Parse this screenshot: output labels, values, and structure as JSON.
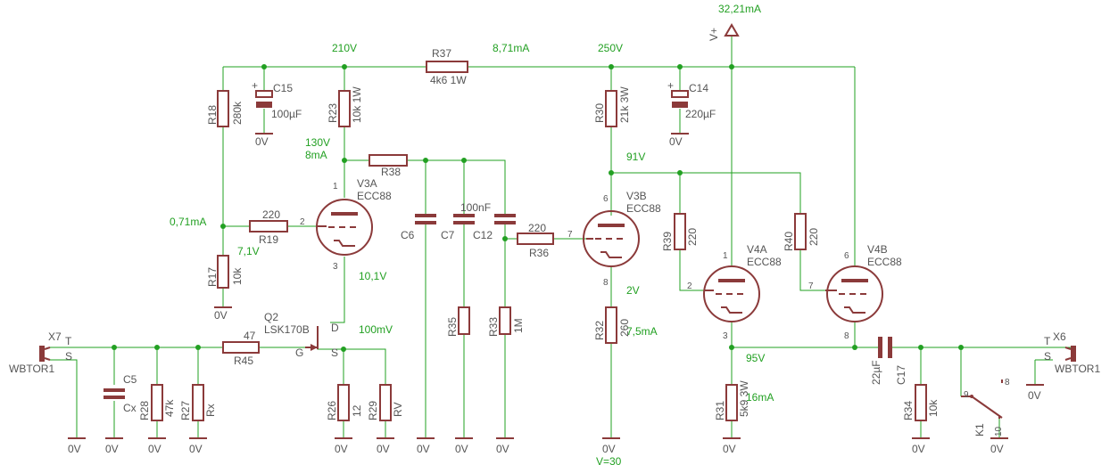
{
  "nets": {
    "v210": "210V",
    "v250": "250V",
    "i871": "8,71mA",
    "i3221": "32,21mA",
    "v130": "130V",
    "i8": "8mA",
    "i071": "0,71mA",
    "v71": "7,1V",
    "v101": "10,1V",
    "mv100": "100mV",
    "v91": "91V",
    "v2": "2V",
    "i75": "7,5mA",
    "v95": "95V",
    "i16": "16mA"
  },
  "supply": {
    "label": "V+",
    "bottom": "V=30"
  },
  "gnd": "0V",
  "components": {
    "R37": {
      "name": "R37",
      "value": "4k6 1W"
    },
    "R18": {
      "name": "R18",
      "value": "280k"
    },
    "C15": {
      "name": "C15",
      "value": "100µF"
    },
    "R23": {
      "name": "R23",
      "value": "10k 1W"
    },
    "R30": {
      "name": "R30",
      "value": "21k 3W"
    },
    "C14": {
      "name": "C14",
      "value": "220µF"
    },
    "R38": {
      "name": "R38"
    },
    "R19": {
      "name": "R19",
      "value": "220"
    },
    "R17": {
      "name": "R17",
      "value": "10k"
    },
    "V3A": {
      "name": "V3A",
      "value": "ECC88"
    },
    "V3B": {
      "name": "V3B",
      "value": "ECC88"
    },
    "V4A": {
      "name": "V4A",
      "value": "ECC88"
    },
    "V4B": {
      "name": "V4B",
      "value": "ECC88"
    },
    "C6": {
      "name": "C6"
    },
    "C7": {
      "name": "C7"
    },
    "C12": {
      "name": "C12",
      "value": "100nF"
    },
    "R36": {
      "name": "R36",
      "value": "220"
    },
    "R39": {
      "name": "R39",
      "value": "220"
    },
    "R40": {
      "name": "R40",
      "value": "220"
    },
    "Q2": {
      "name": "Q2",
      "value": "LSK170B"
    },
    "R45": {
      "name": "R45",
      "value": "47"
    },
    "C5": {
      "name": "C5",
      "value": "Cx"
    },
    "R28": {
      "name": "R28",
      "value": "47k"
    },
    "R27": {
      "name": "R27",
      "value": "Rx"
    },
    "R26": {
      "name": "R26",
      "value": "12"
    },
    "R29": {
      "name": "R29",
      "value": "RV"
    },
    "R35": {
      "name": "R35"
    },
    "R33": {
      "name": "R33",
      "value": "1M"
    },
    "R32": {
      "name": "R32",
      "value": "260"
    },
    "R31": {
      "name": "R31",
      "value": "5k9 3W"
    },
    "C17": {
      "name": "C17",
      "value": "22µF"
    },
    "R34": {
      "name": "R34",
      "value": "10k"
    },
    "K1": {
      "name": "K1"
    },
    "X7": {
      "name": "X7",
      "value": "WBTOR1"
    },
    "X6": {
      "name": "X6",
      "value": "WBTOR1"
    }
  },
  "pins": {
    "T": "T",
    "S": "S",
    "G": "G",
    "D": "D",
    "p1": "1",
    "p2": "2",
    "p3": "3",
    "p6": "6",
    "p7": "7",
    "p8": "8",
    "p9": "9",
    "p10": "10"
  }
}
